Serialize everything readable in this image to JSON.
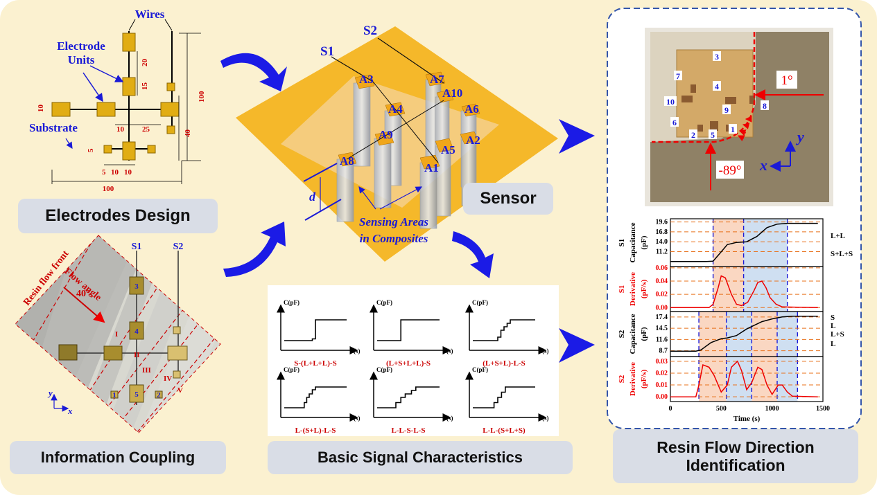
{
  "panels": {
    "electrodes_design": "Electrodes   Design",
    "information_coupling": "Information Coupling",
    "basic_signal": "Basic Signal Characteristics",
    "sensor": "Sensor",
    "resin_flow_1": "Resin Flow Direction",
    "resin_flow_2": "Identification"
  },
  "electrode": {
    "wires": "Wires",
    "electrode_units_1": "Electrode",
    "electrode_units_2": "Units",
    "substrate": "Substrate",
    "dims": {
      "d20": "20",
      "d15": "15",
      "d10a": "10",
      "d10b": "10",
      "d25": "25",
      "d5a": "5",
      "d5b": "5",
      "d10c": "10",
      "d10d": "10",
      "d40": "40",
      "d100v": "100",
      "d100h": "100"
    }
  },
  "coupling": {
    "s1": "S1",
    "s2": "S2",
    "resin_front": "Resin flow front",
    "flow_angle": "Flow angle",
    "angle": "40°",
    "regions": [
      "I",
      "II",
      "III",
      "IV",
      "V"
    ],
    "units": [
      "3",
      "4",
      "5",
      "1",
      "2"
    ],
    "y": "y",
    "x": "x"
  },
  "sensor": {
    "s1": "S1",
    "s2": "S2",
    "areas": [
      "A3",
      "A4",
      "A7",
      "A10",
      "A6",
      "A9",
      "A5",
      "A2",
      "A8",
      "A1"
    ],
    "d": "d",
    "sensing_1": "Sensing Areas",
    "sensing_2": "in Composites"
  },
  "signals": {
    "ylabel": "C(pF)",
    "xlabel": "t(s)",
    "captions": [
      "S-(L+L+L)-S",
      "(L+S+L+L)-S",
      "(L+S+L)-L-S",
      "L-(S+L)-L-S",
      "L-L-S-L-S",
      "L-L-(S+L+S)"
    ]
  },
  "photo": {
    "numbers": [
      "3",
      "7",
      "4",
      "10",
      "9",
      "8",
      "6",
      "2",
      "5",
      "1"
    ],
    "angle_top": "1°",
    "angle_bottom": "-89°",
    "y": "y",
    "x": "x"
  },
  "chart_data": {
    "type": "line",
    "xlabel": "Time (s)",
    "xlim": [
      0,
      1500
    ],
    "xticks": [
      "0",
      "500",
      "1000",
      "1500"
    ],
    "subplots": [
      {
        "ylabel": [
          "S1",
          "Capacitance",
          "(pF)"
        ],
        "yticks": [
          "19.6",
          "16.8",
          "14.0",
          "11.2"
        ],
        "annotations": [
          "L+L",
          "S+L+S"
        ],
        "x": [
          0,
          350,
          420,
          480,
          560,
          650,
          700,
          750,
          850,
          950,
          1050,
          1150,
          1450
        ],
        "y": [
          8.4,
          8.4,
          8.5,
          10.5,
          13.2,
          13.8,
          13.9,
          14.0,
          15.5,
          18.0,
          19.0,
          19.2,
          19.2
        ]
      },
      {
        "ylabel": [
          "S1",
          "Derivative",
          "(pF/s)"
        ],
        "yticks": [
          "0.06",
          "0.04",
          "0.02",
          "0.00"
        ],
        "x": [
          0,
          380,
          420,
          470,
          500,
          540,
          600,
          650,
          700,
          760,
          820,
          860,
          900,
          940,
          980,
          1040,
          1100,
          1450
        ],
        "y": [
          0,
          0,
          0.005,
          0.03,
          0.048,
          0.045,
          0.02,
          0.005,
          0.003,
          0.008,
          0.025,
          0.038,
          0.04,
          0.03,
          0.015,
          0.005,
          0.001,
          0
        ]
      },
      {
        "ylabel": [
          "S2",
          "Capacitance",
          "(pF)"
        ],
        "yticks": [
          "17.4",
          "14.5",
          "11.6",
          "8.7"
        ],
        "annotations": [
          "S",
          "L",
          "L+S",
          "L"
        ],
        "x": [
          0,
          250,
          300,
          400,
          500,
          560,
          650,
          750,
          820,
          900,
          1000,
          1100,
          1200,
          1450
        ],
        "y": [
          8.6,
          8.6,
          8.9,
          10.8,
          11.8,
          12.0,
          12.6,
          14.3,
          15.2,
          16.2,
          16.9,
          17.4,
          17.6,
          17.6
        ]
      },
      {
        "ylabel": [
          "S2",
          "Derivative",
          "(pF/s)"
        ],
        "yticks": [
          "0.03",
          "0.02",
          "0.01",
          "0.00"
        ],
        "x": [
          0,
          250,
          280,
          320,
          380,
          430,
          500,
          560,
          600,
          660,
          700,
          750,
          800,
          860,
          900,
          950,
          1000,
          1060,
          1100,
          1150,
          1200,
          1450
        ],
        "y": [
          0,
          0,
          0.01,
          0.027,
          0.025,
          0.018,
          0.004,
          0.01,
          0.025,
          0.03,
          0.022,
          0.006,
          0.012,
          0.025,
          0.023,
          0.01,
          0.002,
          0.01,
          0.01,
          0.004,
          0.0005,
          0
        ]
      }
    ]
  }
}
